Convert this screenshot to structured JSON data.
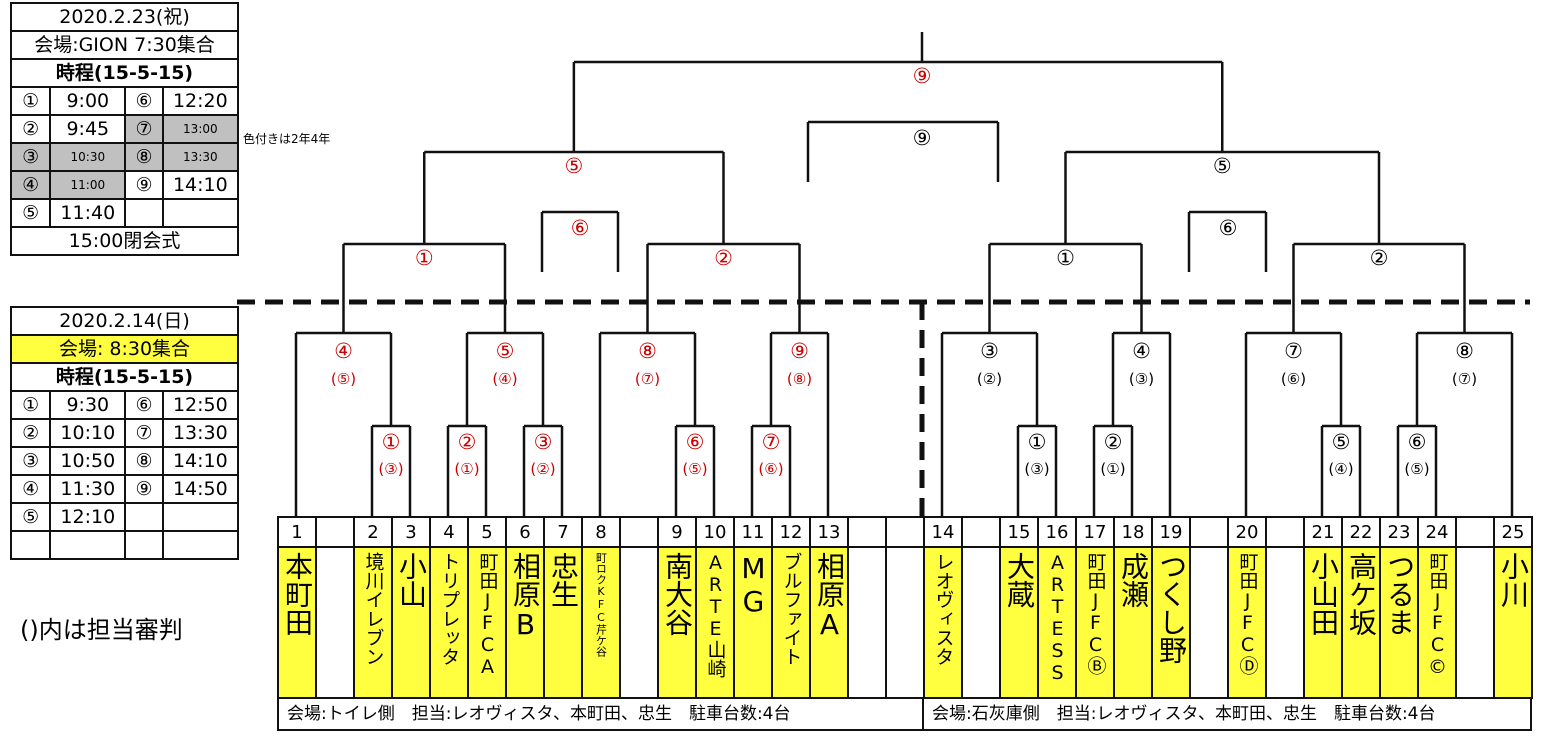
{
  "schedule_top": {
    "date": "2020.2.23(祝)",
    "venue": "会場:GION 7:30集合",
    "timing": "時程(15-5-15)",
    "rows": [
      [
        {
          "t": "①"
        },
        {
          "t": "9:00"
        },
        {
          "t": "⑥"
        },
        {
          "t": "12:20"
        }
      ],
      [
        {
          "t": "②"
        },
        {
          "t": "9:45"
        },
        {
          "t": "⑦",
          "gray": true
        },
        {
          "t": "13:00",
          "gray": true
        }
      ],
      [
        {
          "t": "③",
          "gray": true
        },
        {
          "t": "10:30",
          "gray": true
        },
        {
          "t": "⑧",
          "gray": true
        },
        {
          "t": "13:30",
          "gray": true
        }
      ],
      [
        {
          "t": "④",
          "gray": true
        },
        {
          "t": "11:00",
          "gray": true
        },
        {
          "t": "⑨"
        },
        {
          "t": "14:10"
        }
      ],
      [
        {
          "t": "⑤"
        },
        {
          "t": "11:40"
        },
        {
          "t": ""
        },
        {
          "t": ""
        }
      ]
    ],
    "closing": "15:00閉会式",
    "note": "色付きは2年4年",
    "highlight_color": "#c0c0c0"
  },
  "schedule_bottom": {
    "date": "2020.2.14(日)",
    "venue": "会場: 8:30集合",
    "venue_color": "#ffff40",
    "timing": "時程(15-5-15)",
    "rows": [
      [
        {
          "t": "①"
        },
        {
          "t": "9:30"
        },
        {
          "t": "⑥"
        },
        {
          "t": "12:50"
        }
      ],
      [
        {
          "t": "②"
        },
        {
          "t": "10:10"
        },
        {
          "t": "⑦"
        },
        {
          "t": "13:30"
        }
      ],
      [
        {
          "t": "③"
        },
        {
          "t": "10:50"
        },
        {
          "t": "⑧"
        },
        {
          "t": "14:10"
        }
      ],
      [
        {
          "t": "④"
        },
        {
          "t": "11:30"
        },
        {
          "t": "⑨"
        },
        {
          "t": "14:50"
        }
      ],
      [
        {
          "t": "⑤"
        },
        {
          "t": "12:10"
        },
        {
          "t": ""
        },
        {
          "t": ""
        }
      ],
      [
        {
          "t": ""
        },
        {
          "t": ""
        },
        {
          "t": ""
        },
        {
          "t": ""
        }
      ]
    ],
    "referee_note": "()内は担当審判"
  },
  "teams": [
    {
      "no": "1",
      "name": "本町田"
    },
    {
      "no": "",
      "name": ""
    },
    {
      "no": "2",
      "name": "境川イレブン"
    },
    {
      "no": "3",
      "name": "小山"
    },
    {
      "no": "4",
      "name": "トリプレッタ"
    },
    {
      "no": "5",
      "name": "町田JFCA"
    },
    {
      "no": "6",
      "name": "相原B"
    },
    {
      "no": "7",
      "name": "忠生"
    },
    {
      "no": "8",
      "name": "町ロクKFC芹ケ谷"
    },
    {
      "no": "",
      "name": ""
    },
    {
      "no": "9",
      "name": "南大谷"
    },
    {
      "no": "10",
      "name": "ARTE山崎"
    },
    {
      "no": "11",
      "name": "MG"
    },
    {
      "no": "12",
      "name": "ブルファイト"
    },
    {
      "no": "13",
      "name": "相原A"
    },
    {
      "no": "",
      "name": ""
    },
    {
      "no": "",
      "name": ""
    },
    {
      "no": "14",
      "name": "レオヴィスタ"
    },
    {
      "no": "",
      "name": ""
    },
    {
      "no": "15",
      "name": "大蔵"
    },
    {
      "no": "16",
      "name": "ARTESS"
    },
    {
      "no": "17",
      "name": "町田JFCⒷ"
    },
    {
      "no": "18",
      "name": "成瀬"
    },
    {
      "no": "19",
      "name": "つくし野"
    },
    {
      "no": "",
      "name": ""
    },
    {
      "no": "20",
      "name": "町田JFCⒹ"
    },
    {
      "no": "",
      "name": ""
    },
    {
      "no": "21",
      "name": "小山田"
    },
    {
      "no": "22",
      "name": "高ケ坂"
    },
    {
      "no": "23",
      "name": "つるま"
    },
    {
      "no": "24",
      "name": "町田JFC©"
    },
    {
      "no": "",
      "name": ""
    },
    {
      "no": "25",
      "name": "小川"
    }
  ],
  "team_color": "#ffff40",
  "footer_left": "会場:トイレ側　担当:レオヴィスタ、本町田、忠生　駐車台数:4台",
  "footer_right": "会場:石灰庫側　担当:レオヴィスタ、本町田、忠生　駐車台数:4台",
  "colors": {
    "left": "#cc0000",
    "right": "#000000"
  },
  "matches": {
    "first_round": [
      {
        "m": "①",
        "ref": "(③)",
        "side": "left"
      },
      {
        "m": "②",
        "ref": "(①)",
        "side": "left"
      },
      {
        "m": "③",
        "ref": "(②)",
        "side": "left"
      },
      {
        "m": "⑥",
        "ref": "(⑤)",
        "side": "left"
      },
      {
        "m": "⑦",
        "ref": "(⑥)",
        "side": "left"
      },
      {
        "m": "①",
        "ref": "(③)",
        "side": "right"
      },
      {
        "m": "②",
        "ref": "(①)",
        "side": "right"
      },
      {
        "m": "⑤",
        "ref": "(④)",
        "side": "right"
      },
      {
        "m": "⑥",
        "ref": "(⑤)",
        "side": "right"
      }
    ],
    "second_round": [
      {
        "m": "④",
        "ref": "(⑤)",
        "side": "left"
      },
      {
        "m": "⑤",
        "ref": "(④)",
        "side": "left"
      },
      {
        "m": "⑧",
        "ref": "(⑦)",
        "side": "left"
      },
      {
        "m": "⑨",
        "ref": "(⑧)",
        "side": "left"
      },
      {
        "m": "③",
        "ref": "(②)",
        "side": "right"
      },
      {
        "m": "④",
        "ref": "(③)",
        "side": "right"
      },
      {
        "m": "⑦",
        "ref": "(⑥)",
        "side": "right"
      },
      {
        "m": "⑧",
        "ref": "(⑦)",
        "side": "right"
      }
    ],
    "quarter": [
      {
        "m": "①",
        "side": "left"
      },
      {
        "m": "②",
        "side": "left"
      },
      {
        "m": "①",
        "side": "right"
      },
      {
        "m": "②",
        "side": "right"
      }
    ],
    "consolation": [
      {
        "m": "⑥",
        "side": "left"
      },
      {
        "m": "⑥",
        "side": "right"
      }
    ],
    "semi": [
      {
        "m": "⑤",
        "side": "left"
      },
      {
        "m": "⑤",
        "side": "right"
      }
    ],
    "third_place": {
      "m": "⑨",
      "side": "right"
    },
    "final": {
      "m": "⑨",
      "side": "left"
    }
  }
}
